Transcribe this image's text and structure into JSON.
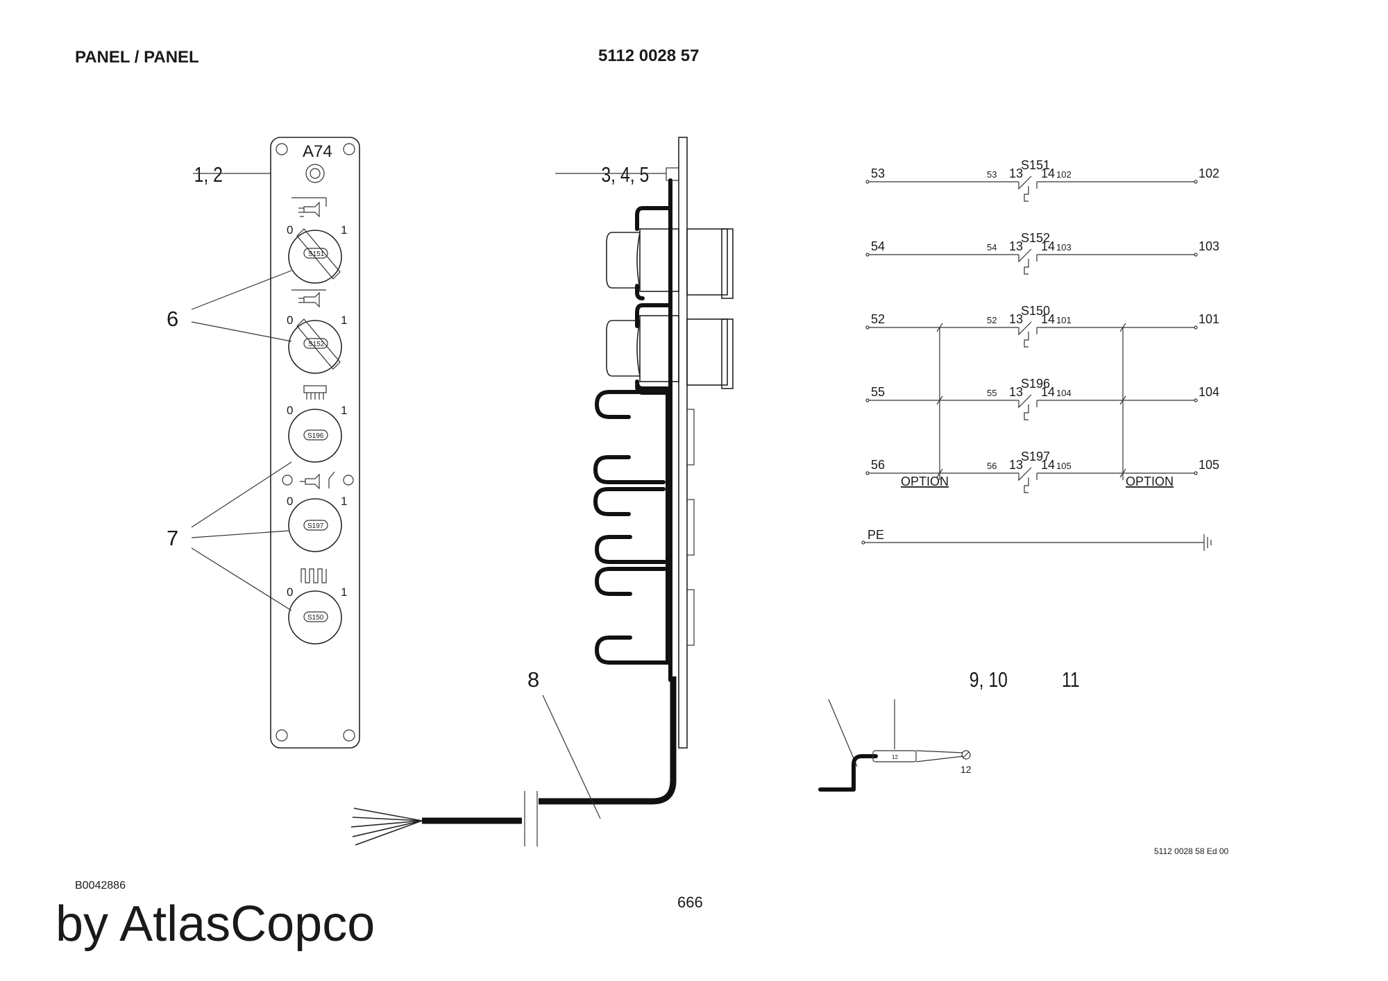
{
  "header": {
    "title": "PANEL / PANEL",
    "part_number": "5112 0028 57"
  },
  "front_view": {
    "designation": "A74",
    "switches": [
      {
        "label": "S151",
        "pos0": "0",
        "pos1": "1"
      },
      {
        "label": "S152",
        "pos0": "0",
        "pos1": "1"
      },
      {
        "label": "S196",
        "pos0": "0",
        "pos1": "1"
      },
      {
        "label": "S197",
        "pos0": "0",
        "pos1": "1"
      },
      {
        "label": "S150",
        "pos0": "0",
        "pos1": "1"
      }
    ]
  },
  "callouts": {
    "c12": "1, 2",
    "c345": "3, 4, 5",
    "c6": "6",
    "c7": "7",
    "c8": "8",
    "c910": "9, 10",
    "c11": "11",
    "c12_terminal": "12",
    "terminal_marking": "12"
  },
  "schematic": {
    "rows": [
      {
        "left": "53",
        "in": "53",
        "a": "13",
        "b": "14",
        "out_small": "102",
        "right": "102",
        "switch": "S151"
      },
      {
        "left": "54",
        "in": "54",
        "a": "13",
        "b": "14",
        "out_small": "103",
        "right": "103",
        "switch": "S152"
      },
      {
        "left": "52",
        "in": "52",
        "a": "13",
        "b": "14",
        "out_small": "101",
        "right": "101",
        "switch": "S150"
      },
      {
        "left": "55",
        "in": "55",
        "a": "13",
        "b": "14",
        "out_small": "104",
        "right": "104",
        "switch": "S196"
      },
      {
        "left": "56",
        "in": "56",
        "a": "13",
        "b": "14",
        "out_small": "105",
        "right": "105",
        "switch": "S197"
      }
    ],
    "option_left": "OPTION",
    "option_right": "OPTION",
    "pe_label": "PE"
  },
  "footer": {
    "drawing_ref": "5112 0028 58 Ed 00",
    "doc_code": "B0042886",
    "page_number": "666",
    "brand": "by AtlasCopco"
  }
}
